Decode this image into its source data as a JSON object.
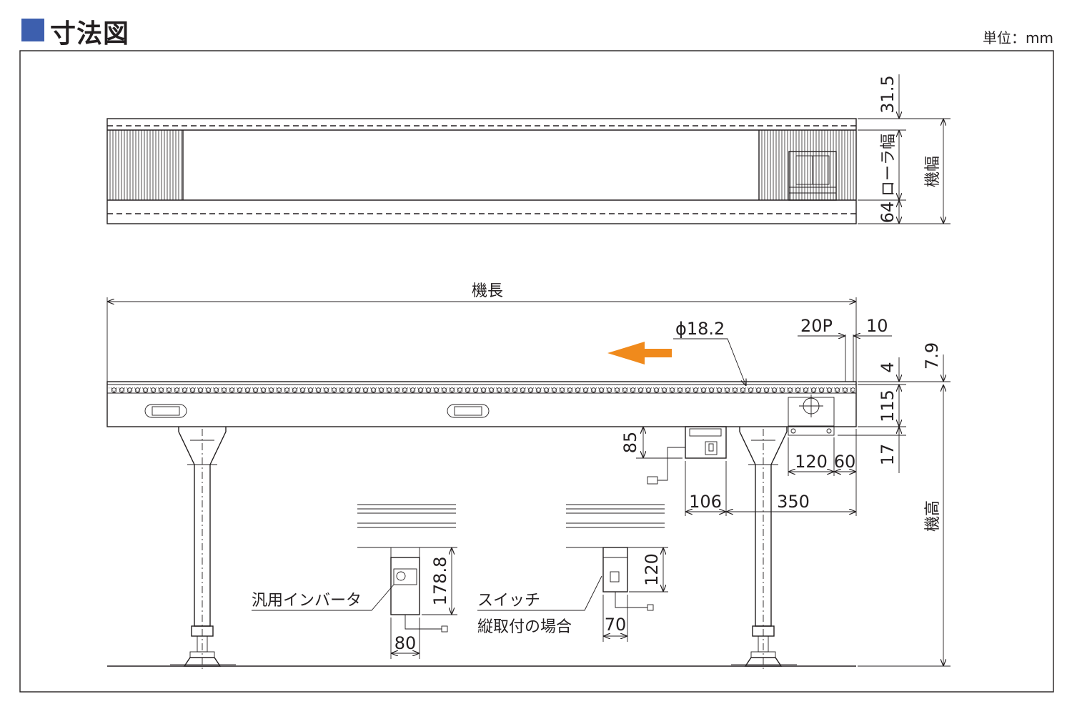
{
  "header": {
    "title": "寸法図",
    "unit": "単位：mm",
    "accent_color": "#3d5fae"
  },
  "plan_view": {
    "dim_top": "31.5",
    "label_roller_width": "ローラ幅",
    "dim_bottom": "64",
    "label_machine_width": "機幅"
  },
  "side_view": {
    "label_machine_length": "機長",
    "dim_diameter": "ϕ18.2",
    "dim_pitch": "20P",
    "dim_10": "10",
    "dim_7_9": "7.9",
    "dim_4": "4",
    "dim_115": "115",
    "dim_17": "17",
    "dim_85": "85",
    "dim_120": "120",
    "dim_60": "60",
    "dim_106": "106",
    "dim_350": "350",
    "label_machine_height": "機高",
    "arrow_color": "#f08a1c"
  },
  "details": {
    "inverter_label": "汎用インバータ",
    "inverter_height": "178.8",
    "inverter_width": "80",
    "switch_label_1": "スイッチ",
    "switch_label_2": "縦取付の場合",
    "switch_height": "120",
    "switch_width": "70"
  }
}
